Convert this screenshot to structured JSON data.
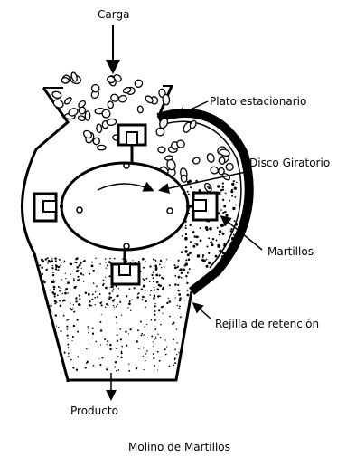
{
  "labels": {
    "feed": "Carga",
    "stationary_plate": "Plato estacionario",
    "rotating_disc": "Disco Giratorio",
    "hammers": "Martillos",
    "retention_grid": "Rejilla de retención",
    "product": "Producto"
  },
  "caption": "Molino de Martillos",
  "colors": {
    "ink": "#000000",
    "background": "#ffffff"
  }
}
